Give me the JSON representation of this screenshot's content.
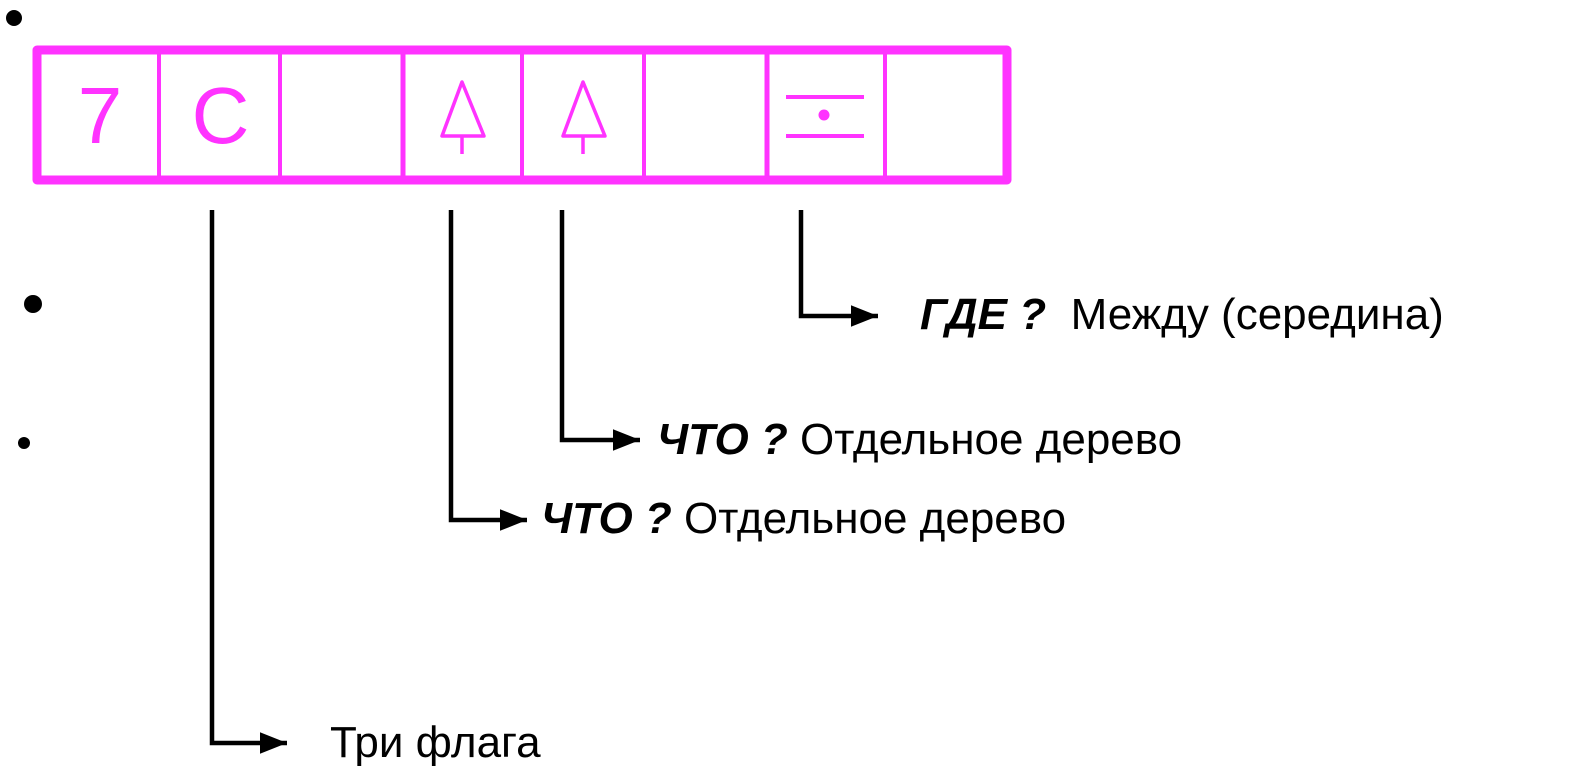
{
  "colors": {
    "accent": "#ff33ff",
    "line": "#000000"
  },
  "cells": [
    {
      "text": "7"
    },
    {
      "text": "C"
    },
    {
      "text": ""
    },
    {
      "icon": "tree-icon"
    },
    {
      "icon": "tree-icon"
    },
    {
      "text": ""
    },
    {
      "icon": "between-middle-icon"
    },
    {
      "text": ""
    }
  ],
  "callouts": {
    "where": {
      "q": "ГДЕ ?",
      "text": "Между (середина)"
    },
    "what1": {
      "q": "ЧТО ?",
      "text": "Отдельное дерево"
    },
    "what2": {
      "q": "ЧТО ?",
      "text": "Отдельное дерево"
    },
    "flags": {
      "text": "Три флага"
    }
  }
}
